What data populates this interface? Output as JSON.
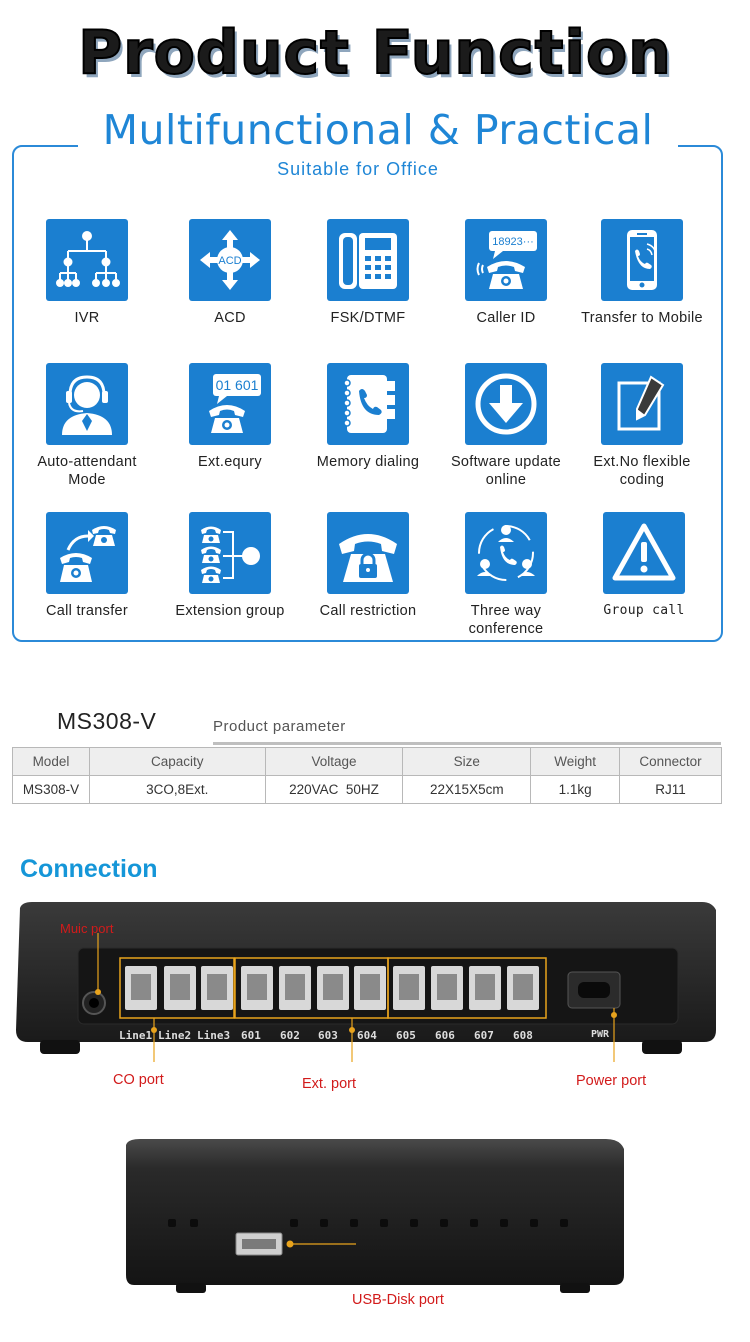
{
  "header": {
    "title": "Product Function"
  },
  "features": {
    "title": "Multifunctional & Practical",
    "subtitle": "Suitable for Office",
    "items": [
      {
        "label": "IVR",
        "icon": "org-tree-icon"
      },
      {
        "label": "ACD",
        "icon": "acd-arrows-icon",
        "icon_text": "ACD"
      },
      {
        "label": "FSK/DTMF",
        "icon": "desk-phone-icon"
      },
      {
        "label": "Caller ID",
        "icon": "caller-id-icon",
        "icon_text": "18923···"
      },
      {
        "label": "Transfer to Mobile",
        "icon": "mobile-phone-icon"
      },
      {
        "label": "Auto-attendant Mode",
        "icon": "operator-headset-icon"
      },
      {
        "label": "Ext.equry",
        "icon": "ext-query-icon",
        "icon_text": "01 601"
      },
      {
        "label": "Memory dialing",
        "icon": "phonebook-icon"
      },
      {
        "label": "Software update online",
        "icon": "download-icon"
      },
      {
        "label": "Ext.No flexible coding",
        "icon": "edit-icon"
      },
      {
        "label": "Call transfer",
        "icon": "call-transfer-icon"
      },
      {
        "label": "Extension group",
        "icon": "extension-group-icon"
      },
      {
        "label": "Call restriction",
        "icon": "phone-lock-icon"
      },
      {
        "label": "Three way conference",
        "icon": "conference-icon"
      },
      {
        "label": "Group call",
        "icon": "warning-icon"
      }
    ]
  },
  "params": {
    "model_title": "MS308-V",
    "subtitle": "Product parameter",
    "headers": [
      "Model",
      "Capacity",
      "Voltage",
      "Size",
      "Weight",
      "Connector"
    ],
    "row": [
      "MS308-V",
      "3CO,8Ext.",
      "220VAC  50HZ",
      "22X15X5cm",
      "1.1kg",
      "RJ11"
    ]
  },
  "connection": {
    "title": "Connection",
    "muic_port": "Muic port",
    "co_port": "CO port",
    "ext_port": "Ext. port",
    "power_port": "Power port",
    "usb_port": "USB-Disk port",
    "port_labels": [
      "Line1",
      "Line2",
      "Line3",
      "601",
      "602",
      "603",
      "604",
      "605",
      "606",
      "607",
      "608"
    ],
    "pwr_label": "PWR",
    "accent_color": "#e8a31d"
  }
}
